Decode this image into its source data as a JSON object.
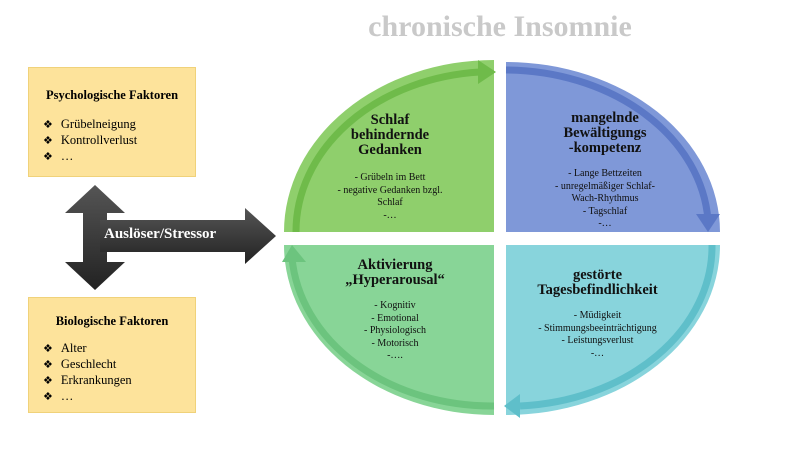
{
  "title": "chronische Insomnie",
  "psych": {
    "heading": "Psychologische Faktoren",
    "items": [
      "Grübelneigung",
      "Kontrollverlust",
      "…"
    ]
  },
  "bio": {
    "heading": "Biologische Faktoren",
    "items": [
      "Alter",
      "Geschlecht",
      "Erkrankungen",
      "…"
    ]
  },
  "trigger": "Auslöser/Stressor",
  "quadrants": {
    "tl": {
      "title": [
        "Schlaf",
        "behindernde",
        "Gedanken"
      ],
      "items": [
        "- Grübeln im Bett",
        "- negative Gedanken bzgl.",
        "Schlaf",
        "-…"
      ],
      "color": "#8fcf6c"
    },
    "tr": {
      "title": [
        "mangelnde",
        "Bewältigungs",
        "-kompetenz"
      ],
      "items": [
        "- Lange Bettzeiten",
        "- unregelmäßiger Schlaf-",
        "Wach-Rhythmus",
        "- Tagschlaf",
        "-…"
      ],
      "color": "#7f98d8"
    },
    "bl": {
      "title": [
        "Aktivierung",
        "„Hyperarousal“"
      ],
      "items": [
        "- Kognitiv",
        "- Emotional",
        "- Physiologisch",
        "- Motorisch",
        "-…."
      ],
      "color": "#88d597"
    },
    "br": {
      "title": [
        "gestörte",
        "Tagesbefindlichkeit"
      ],
      "items": [
        "- Müdigkeit",
        "- Stimmungsbeeinträchtigung",
        "- Leistungsverlust",
        "-…"
      ],
      "color": "#88d4dc"
    }
  }
}
